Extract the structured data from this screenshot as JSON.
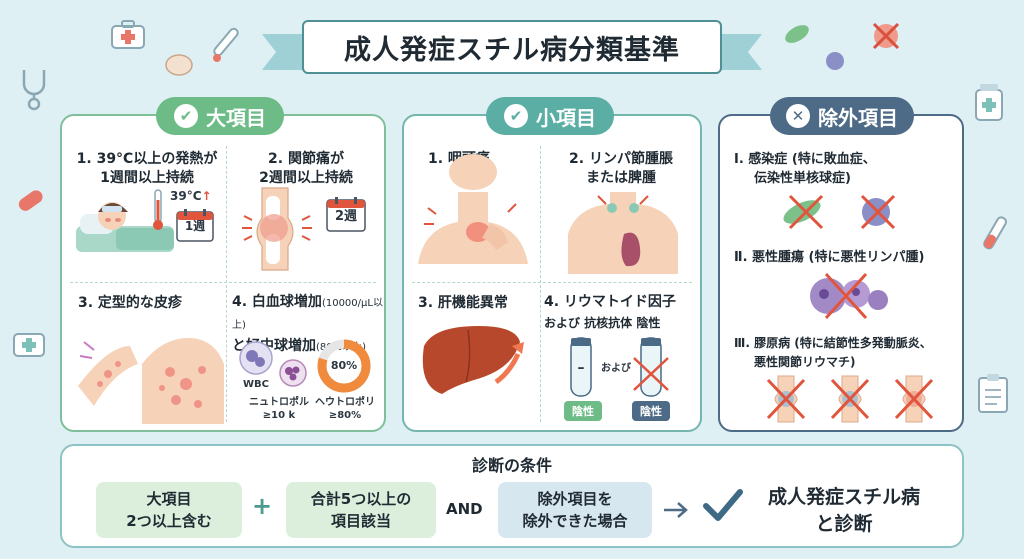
{
  "title": "成人発症スチル病分類基準",
  "sections": {
    "major": {
      "heading": "大項目",
      "items": [
        {
          "line1": "1. 39°C以上の発熱が",
          "line2": "1週間以上持続",
          "fig_temp": "39°C",
          "fig_cal": "1週"
        },
        {
          "line1": "2. 関節痛が",
          "line2": "2週間以上持続",
          "fig_cal": "2週"
        },
        {
          "line1": "3. 定型的な皮疹"
        },
        {
          "line1_main": "4. 白血球増加",
          "line1_small": "(10000/μL以上)",
          "line2_main": "と好中球増加",
          "line2_small": "(80%以上)",
          "wbc_label": "WBC",
          "neutro_label": "ニュトロポル",
          "neutro_value": "≥10 k",
          "percent_label": "ヘウトロポリ",
          "percent_value": "≥80%",
          "donut_text": "80%",
          "donut_percent": 80
        }
      ]
    },
    "minor": {
      "heading": "小項目",
      "items": [
        {
          "line1": "1. 咽頭痛"
        },
        {
          "line1": "2. リンパ節腫脹",
          "line2": "または脾腫"
        },
        {
          "line1": "3. 肝機能異常"
        },
        {
          "line1": "4. リウマトイド因子",
          "line2": "および 抗核抗体 陰性",
          "tube_sign": "–",
          "and_label": "および",
          "badge1": "陰性",
          "badge2": "陰性"
        }
      ]
    },
    "exclusion": {
      "heading": "除外項目",
      "items": [
        {
          "line1": "Ⅰ. 感染症 (特に敗血症、",
          "line2": "伝染性単核球症)"
        },
        {
          "line1": "Ⅱ. 悪性腫瘍 (特に悪性リンパ腫)"
        },
        {
          "line1": "Ⅲ. 膠原病 (特に結節性多発動脈炎、",
          "line2": "悪性関節リウマチ)"
        }
      ]
    }
  },
  "conditions": {
    "title": "診断の条件",
    "box1": {
      "line1": "大項目",
      "line2": "2つ以上含む"
    },
    "plus": "+",
    "box2": {
      "line1": "合計5つ以上の",
      "line2": "項目該当"
    },
    "and": "AND",
    "box3": {
      "line1": "除外項目を",
      "line2": "除外できた場合"
    },
    "result": {
      "line1": "成人発症スチル病",
      "line2": "と診断"
    }
  },
  "colors": {
    "major": "#6dbb87",
    "minor": "#5aaea4",
    "exclusion": "#4d6b86",
    "cross": "#e0553c",
    "box_green": "#dcefdc",
    "box_blue": "#d7e7ef"
  },
  "icons": [
    "check-icon",
    "x-icon",
    "thermometer-icon",
    "calendar-icon",
    "virus-icon",
    "stethoscope-icon",
    "pill-icon",
    "first-aid-kit-icon",
    "clipboard-icon",
    "test-tube-icon",
    "checkmark-icon",
    "arrow-right-icon"
  ]
}
